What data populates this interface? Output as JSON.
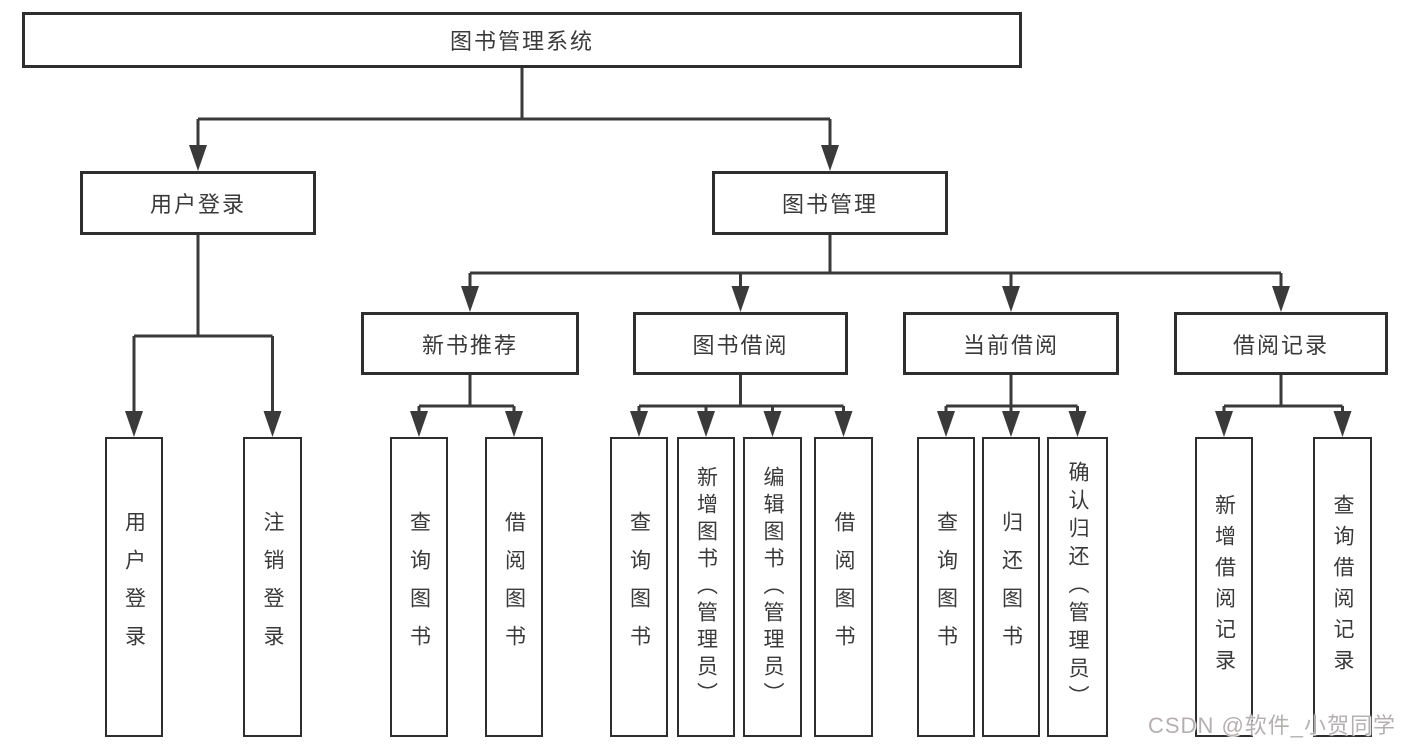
{
  "diagram": {
    "title": "图书管理系统",
    "nodes": [
      {
        "id": "root",
        "label": "图书管理系统",
        "parent": null
      },
      {
        "id": "user-login",
        "label": "用户登录",
        "parent": "root"
      },
      {
        "id": "book-mgmt",
        "label": "图书管理",
        "parent": "root"
      },
      {
        "id": "login",
        "label": "用户登录",
        "parent": "user-login"
      },
      {
        "id": "logout",
        "label": "注销登录",
        "parent": "user-login"
      },
      {
        "id": "new-book-rec",
        "label": "新书推荐",
        "parent": "book-mgmt"
      },
      {
        "id": "book-borrow",
        "label": "图书借阅",
        "parent": "book-mgmt"
      },
      {
        "id": "current-borrow",
        "label": "当前借阅",
        "parent": "book-mgmt"
      },
      {
        "id": "borrow-records",
        "label": "借阅记录",
        "parent": "book-mgmt"
      },
      {
        "id": "rec-query-book",
        "label": "查询图书",
        "parent": "new-book-rec"
      },
      {
        "id": "rec-borrow-book",
        "label": "借阅图书",
        "parent": "new-book-rec"
      },
      {
        "id": "bb-query-book",
        "label": "查询图书",
        "parent": "book-borrow"
      },
      {
        "id": "bb-add-book",
        "label": "新增图书（管理员）",
        "parent": "book-borrow"
      },
      {
        "id": "bb-edit-book",
        "label": "编辑图书（管理员）",
        "parent": "book-borrow"
      },
      {
        "id": "bb-borrow-book",
        "label": "借阅图书",
        "parent": "book-borrow"
      },
      {
        "id": "cb-query-book",
        "label": "查询图书",
        "parent": "current-borrow"
      },
      {
        "id": "cb-return-book",
        "label": "归还图书",
        "parent": "current-borrow"
      },
      {
        "id": "cb-confirm-return",
        "label": "确认归还（管理员）",
        "parent": "current-borrow"
      },
      {
        "id": "br-add-record",
        "label": "新增借阅记录",
        "parent": "borrow-records"
      },
      {
        "id": "br-query-record",
        "label": "查询借阅记录",
        "parent": "borrow-records"
      }
    ]
  },
  "watermark": "CSDN @软件_小贺同学",
  "colors": {
    "line": "#3a3a3a",
    "border": "#2e2e2e",
    "text": "#3a3a3a",
    "background": "#ffffff",
    "watermark": "#b5b0b0"
  }
}
